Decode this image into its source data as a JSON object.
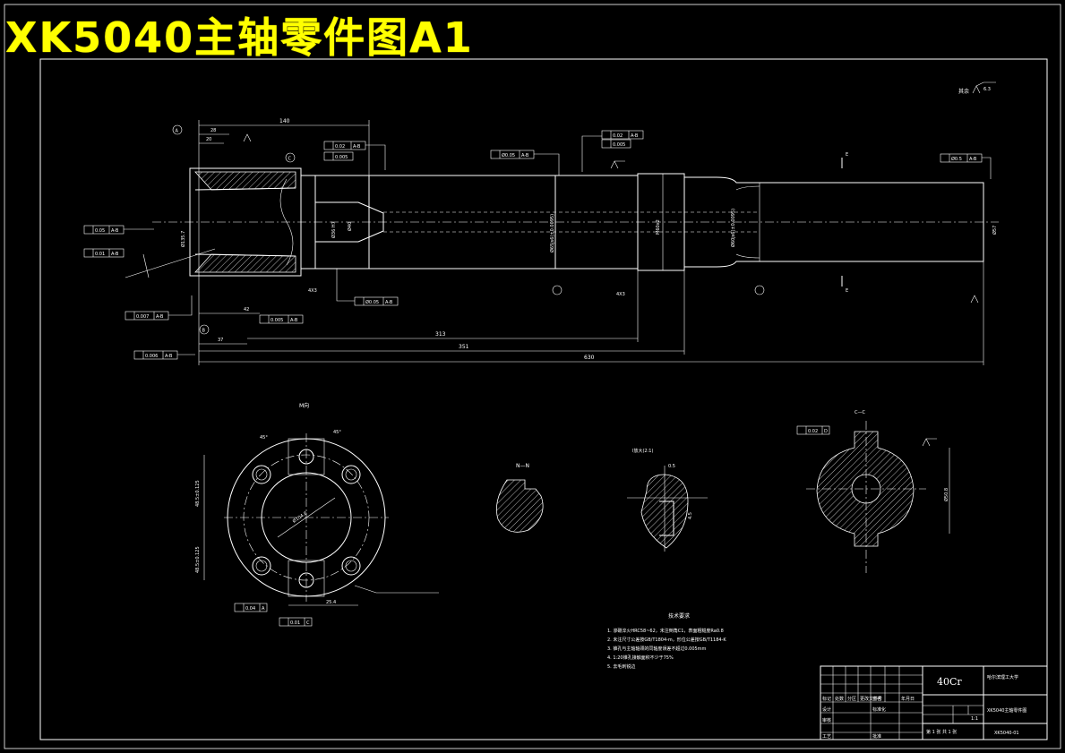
{
  "title": "XK5040主轴零件图A1",
  "roughness_note": "其余",
  "roughness_value": "6.3",
  "dimensions": {
    "d140": "140",
    "d28": "28",
    "d20": "20",
    "d42": "42",
    "d313": "313",
    "d351": "351",
    "d630": "630",
    "d37": "37",
    "d4x3": "4X3",
    "d4x3b": "4X3"
  },
  "datums": {
    "A": "A",
    "B": "B",
    "C": "C"
  },
  "tolerance_frames": [
    {
      "id": "tf1",
      "value": "0.02",
      "ref": "A-B"
    },
    {
      "id": "tf2",
      "value": "0.005",
      "ref": ""
    },
    {
      "id": "tf3",
      "value": "Ø0.05",
      "ref": "A-B"
    },
    {
      "id": "tf4",
      "value": "0.02",
      "ref": "A-B"
    },
    {
      "id": "tf5",
      "value": "0.005",
      "ref": ""
    },
    {
      "id": "tf6",
      "value": "Ø0.5",
      "ref": "A-B"
    },
    {
      "id": "tf7",
      "value": "0.05",
      "ref": "A-B"
    },
    {
      "id": "tf8",
      "value": "0.01",
      "ref": "A-B"
    },
    {
      "id": "tf9",
      "value": "0.007",
      "ref": "A-B"
    },
    {
      "id": "tf10",
      "value": "0.005",
      "ref": "A-B"
    },
    {
      "id": "tf11",
      "value": "0.006",
      "ref": "A-B"
    },
    {
      "id": "tf12",
      "value": "Ø0.05",
      "ref": "A-B"
    }
  ],
  "views": {
    "end_view_title": "M向",
    "section_nn": "N—N",
    "detail_title": "I放大(2:1)",
    "section_cc": "C—C",
    "dim_48_top": "48.5±0.125",
    "dim_48_bottom": "48.5±0.125",
    "tf_flat": "0.04",
    "tf_flat_ref": "A",
    "tf_perp": "0.01",
    "tf_perp_ref": "C",
    "tf_cc": "0.02",
    "tf_cc_ref": "D",
    "dim_25": "25.4",
    "angle1": "45°",
    "angle2": "45°"
  },
  "tech_requirements": {
    "heading": "技术要求",
    "items": [
      "1. 渗碳淬火HRC58~62，未注倒角C1，表面粗糙度Ra0.8",
      "2. 未注尺寸公差按GB/T1804-m，形位公差按GB/T1184-K",
      "3. 锥孔与主轴轴颈的同轴度误差不超过0.005mm",
      "4. 1:20锥孔接触面积不少于75%",
      "5. 去毛刺锐边"
    ]
  },
  "title_block": {
    "material": "40Cr",
    "school": "哈尔滨理工大学",
    "drawing_name": "XK5040主轴零件图",
    "drawing_no": "XK5040-01",
    "scale": "1:1",
    "sheet": "第 1 张  共 1 张",
    "rows": [
      "标记",
      "处数",
      "分区",
      "更改文件号",
      "签名",
      "年月日"
    ],
    "labels": [
      "设计",
      "审核",
      "工艺",
      "标准化",
      "批准"
    ]
  }
}
